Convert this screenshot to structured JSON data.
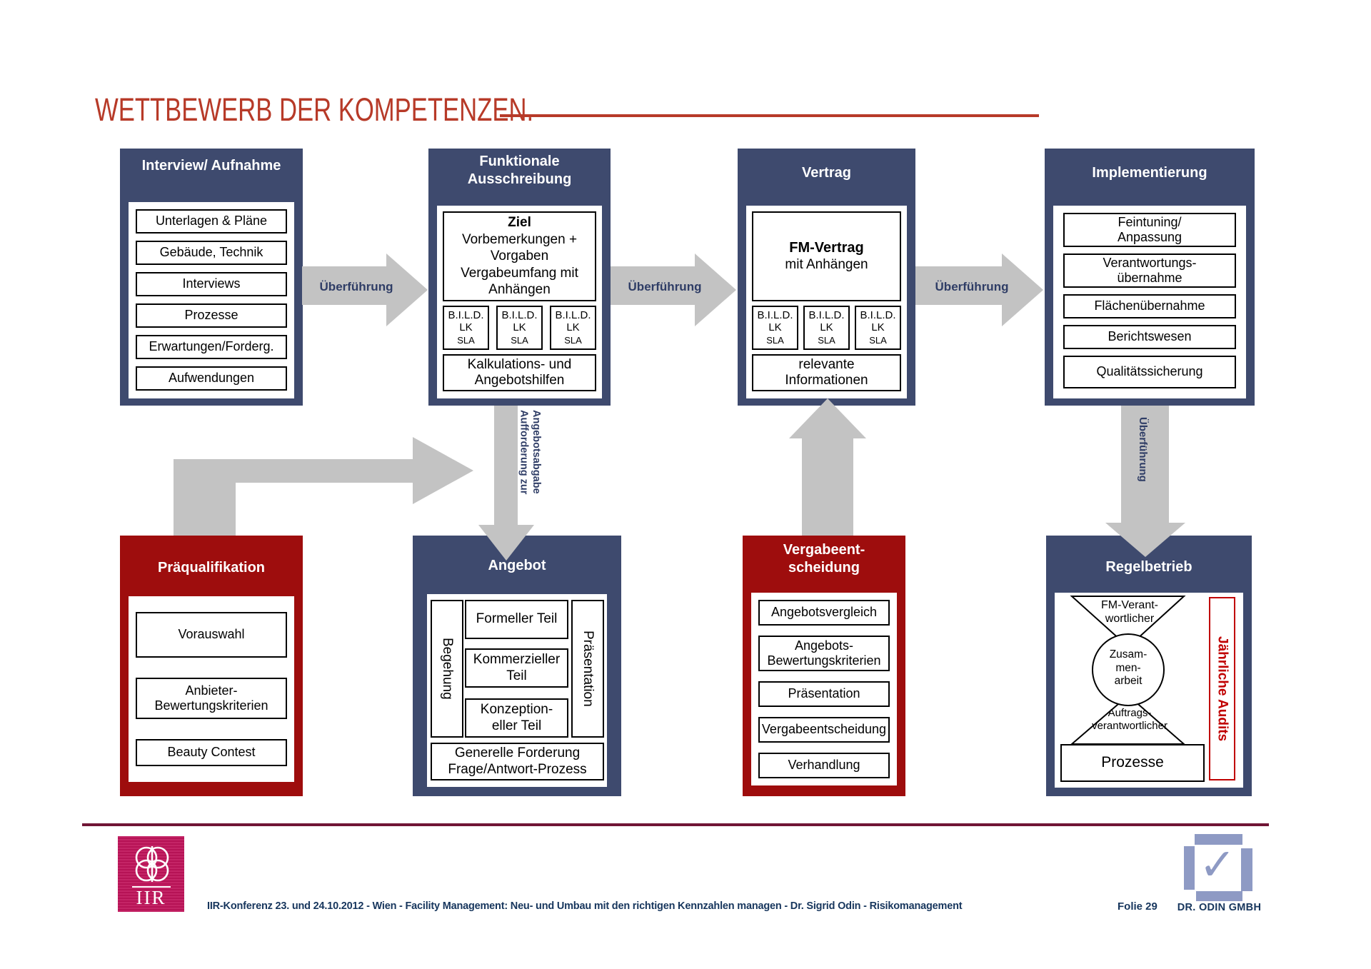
{
  "colors": {
    "navy": "#3e4a6e",
    "box-red": "#9e0d0d",
    "title-red": "#b73a28",
    "arrow-gray": "#c3c3c3",
    "label-navy": "#2f3d66",
    "maroon": "#701535",
    "iir-pink": "#c0145a",
    "odin-blue": "#8e9ac4",
    "footer-navy": "#17365d",
    "audit-red": "#c00000"
  },
  "title": "WETTBEWERB DER KOMPETENZEN.",
  "arrows": {
    "ueberfuehrung": "Überführung",
    "aufforderung": [
      "Aufforderung zur",
      "Angebotsabgabe"
    ]
  },
  "interview": {
    "title": "Interview/ Aufnahme",
    "items": [
      "Unterlagen & Pläne",
      "Gebäude, Technik",
      "Interviews",
      "Prozesse",
      "Erwartungen/Forderg.",
      "Aufwendungen"
    ]
  },
  "funktionale": {
    "title": [
      "Funktionale",
      "Ausschreibung"
    ],
    "ziel": {
      "heading": "Ziel",
      "lines": [
        "Vorbemerkungen +",
        "Vorgaben",
        "Vergabeumfang mit",
        "Anhängen"
      ]
    },
    "bild": [
      "B.I.L.D.",
      "LK",
      "SLA"
    ],
    "kalkulation": [
      "Kalkulations- und",
      "Angebotshilfen"
    ]
  },
  "vertrag": {
    "title": "Vertrag",
    "main": [
      "FM-Vertrag",
      "mit Anhängen"
    ],
    "bild": [
      "B.I.L.D.",
      "LK",
      "SLA"
    ],
    "info": [
      "relevante",
      "Informationen"
    ]
  },
  "implementierung": {
    "title": "Implementierung",
    "items": [
      [
        "Feintuning/",
        "Anpassung"
      ],
      [
        "Verantwortungs-",
        "übernahme"
      ],
      [
        "Flächenübernahme"
      ],
      [
        "Berichtswesen"
      ],
      [
        "Qualitätssicherung"
      ]
    ]
  },
  "praequalifikation": {
    "title": "Präqualifikation",
    "items": [
      [
        "Vorauswahl"
      ],
      [
        "Anbieter-",
        "Bewertungskriterien"
      ],
      [
        "Beauty Contest"
      ]
    ]
  },
  "angebot": {
    "title": "Angebot",
    "left": "Begehung",
    "right": "Präsentation",
    "center": [
      [
        "Formeller Teil"
      ],
      [
        "Kommerzieller",
        "Teil"
      ],
      [
        "Konzeption-",
        "eller Teil"
      ]
    ],
    "bottom": [
      "Generelle Forderung",
      "Frage/Antwort-Prozess"
    ]
  },
  "vergabe": {
    "title": [
      "Vergabeent-",
      "scheidung"
    ],
    "items": [
      [
        "Angebotsvergleich"
      ],
      [
        "Angebots-",
        "Bewertungskriterien"
      ],
      [
        "Präsentation"
      ],
      [
        "Vergabeentscheidung"
      ],
      [
        "Verhandlung"
      ]
    ]
  },
  "regelbetrieb": {
    "title": "Regelbetrieb",
    "top_triangle": [
      "FM-Verant-",
      "wortlicher"
    ],
    "circle": [
      "Zusam-",
      "men-",
      "arbeit"
    ],
    "bottom_triangle": [
      "Auftrags-",
      "verantwortlicher"
    ],
    "prozesse": "Prozesse",
    "audits": "Jährliche Audits"
  },
  "footer": {
    "line_text": "IIR-Konferenz 23. und 24.10.2012 - Wien  - Facility Management: Neu- und Umbau mit den richtigen Kennzahlen managen - Dr. Sigrid Odin  - Risikomanagement",
    "slide": "Folie 29",
    "iir": "IIR",
    "odin": "DR. ODIN GMBH"
  }
}
